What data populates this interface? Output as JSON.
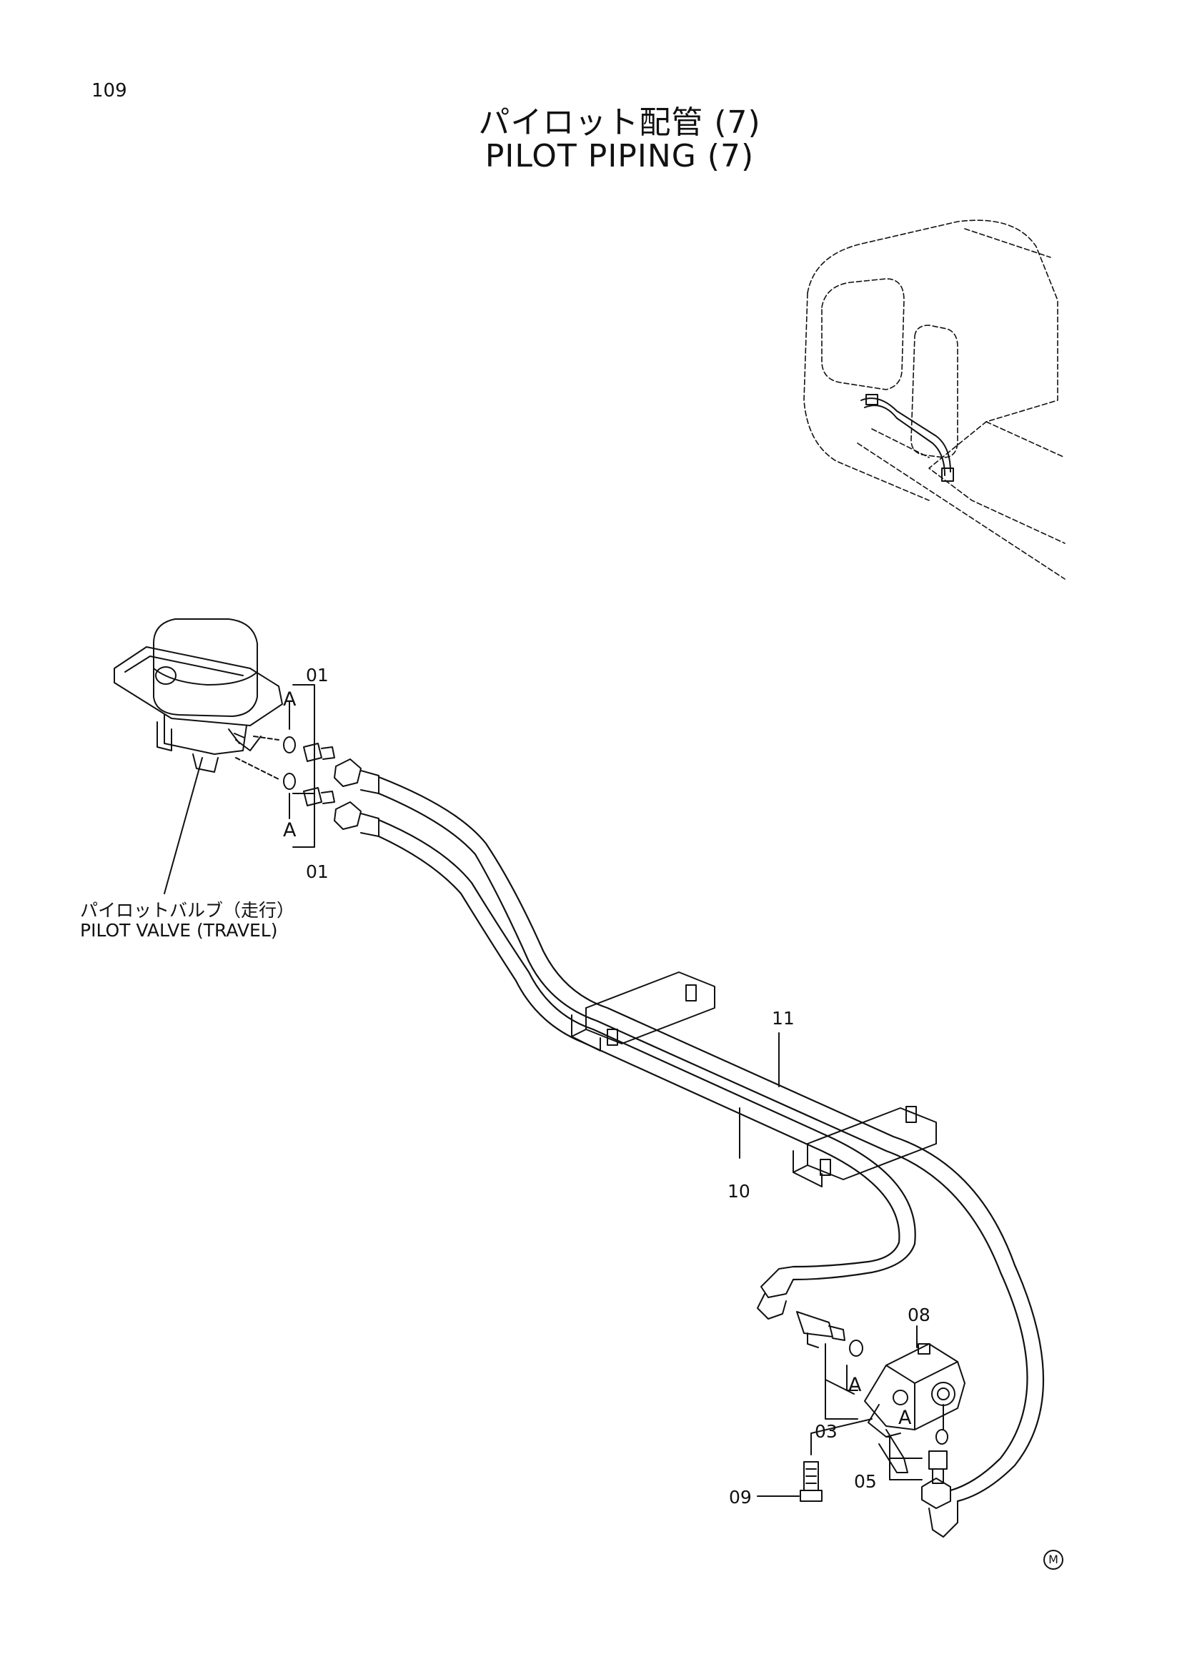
{
  "page_number": "109",
  "title_jp": "パイロット配管 (7)",
  "title_en": "PILOT PIPING (7)",
  "component_jp": "パイロットバルブ（走行）",
  "component_en": "PILOT VALVE (TRAVEL)",
  "parts": {
    "p01_top": "01",
    "p01_bottom": "01",
    "p03": "03",
    "p05": "05",
    "p08": "08",
    "p09": "09",
    "p10": "10",
    "p11": "11"
  },
  "detail_markers": {
    "a1": "A",
    "a2": "A",
    "a3": "A",
    "a4": "A"
  },
  "corner_mark": "M"
}
